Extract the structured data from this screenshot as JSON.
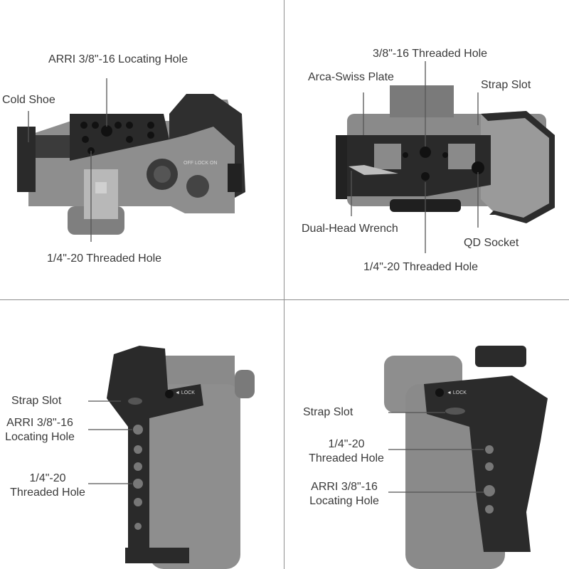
{
  "panels": {
    "top_left": {
      "label_locating_hole": "ARRI 3/8\"-16 Locating Hole",
      "label_cold_shoe": "Cold Shoe",
      "label_threaded_hole": "1/4\"-20 Threaded Hole",
      "engraving_mode_dial": "OFF LOCK ON"
    },
    "top_right": {
      "label_threaded_hole_top": "3/8\"-16 Threaded Hole",
      "label_arca_swiss": "Arca-Swiss Plate",
      "label_strap_slot": "Strap Slot",
      "label_wrench": "Dual-Head Wrench",
      "label_qd_socket": "QD Socket",
      "label_threaded_hole_bottom": "1/4\"-20 Threaded Hole"
    },
    "bottom_left": {
      "label_strap_slot": "Strap Slot",
      "label_locating_hole_line1": "ARRI 3/8\"-16",
      "label_locating_hole_line2": "Locating Hole",
      "label_threaded_hole_line1": "1/4\"-20",
      "label_threaded_hole_line2": "Threaded Hole",
      "engraving_lock": "◄ LOCK"
    },
    "bottom_right": {
      "label_strap_slot": "Strap Slot",
      "label_threaded_hole_line1": "1/4\"-20",
      "label_threaded_hole_line2": "Threaded Hole",
      "label_locating_hole_line1": "ARRI 3/8\"-16",
      "label_locating_hole_line2": "Locating Hole",
      "engraving_lock": "◄ LOCK"
    }
  },
  "colors": {
    "background": "#ffffff",
    "divider": "#8f8f8f",
    "camera_gray": "#8a8a8a",
    "cage_black": "#2a2a2a",
    "label_text": "#3a3a3a"
  }
}
